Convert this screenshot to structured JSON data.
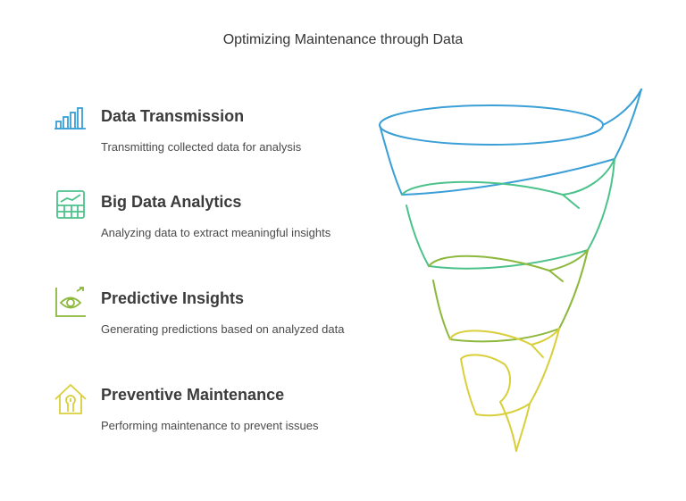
{
  "title": "Optimizing Maintenance through Data",
  "steps": [
    {
      "heading": "Data Transmission",
      "description": "Transmitting collected data for analysis",
      "icon": "bar-signal-icon",
      "color": "#3a9fd6"
    },
    {
      "heading": "Big Data Analytics",
      "description": "Analyzing data to extract meaningful insights",
      "icon": "spreadsheet-chart-icon",
      "color": "#4cc28b"
    },
    {
      "heading": "Predictive Insights",
      "description": "Generating predictions based on analyzed data",
      "icon": "eye-chart-icon",
      "color": "#8cb83c"
    },
    {
      "heading": "Preventive Maintenance",
      "description": "Performing maintenance to prevent issues",
      "icon": "house-wrench-icon",
      "color": "#d9cf3a"
    }
  ]
}
